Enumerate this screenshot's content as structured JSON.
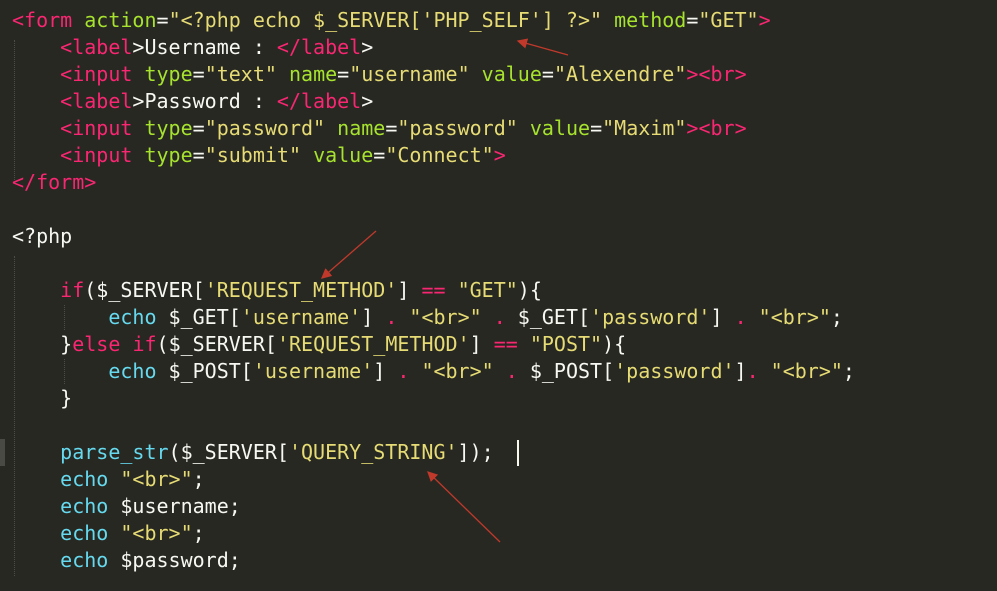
{
  "editor": {
    "theme_colors": {
      "background": "#272822",
      "tag": "#f92672",
      "attribute": "#a6e22e",
      "string": "#e6db74",
      "function": "#66d9ef",
      "plain": "#f8f8f2",
      "annotation_arrow": "#c0392b"
    },
    "lines": [
      [
        [
          "tag",
          "<form"
        ],
        [
          "plain",
          " "
        ],
        [
          "attr",
          "action"
        ],
        [
          "plain",
          "="
        ],
        [
          "str",
          "\"<?php echo $_SERVER['PHP_SELF'] ?>\""
        ],
        [
          "plain",
          " "
        ],
        [
          "attr",
          "method"
        ],
        [
          "plain",
          "="
        ],
        [
          "str",
          "\"GET\""
        ],
        [
          "tag",
          ">"
        ]
      ],
      [
        [
          "plain",
          "    "
        ],
        [
          "tag",
          "<label"
        ],
        [
          "plain",
          ">Username : "
        ],
        [
          "tag",
          "</label"
        ],
        [
          "plain",
          ">"
        ]
      ],
      [
        [
          "plain",
          "    "
        ],
        [
          "tag",
          "<input"
        ],
        [
          "plain",
          " "
        ],
        [
          "attr",
          "type"
        ],
        [
          "plain",
          "="
        ],
        [
          "str",
          "\"text\""
        ],
        [
          "plain",
          " "
        ],
        [
          "attr",
          "name"
        ],
        [
          "plain",
          "="
        ],
        [
          "str",
          "\"username\""
        ],
        [
          "plain",
          " "
        ],
        [
          "attr",
          "value"
        ],
        [
          "plain",
          "="
        ],
        [
          "str",
          "\"Alexendre\""
        ],
        [
          "tag",
          ">"
        ],
        [
          "tag",
          "<br"
        ],
        [
          "tag",
          ">"
        ]
      ],
      [
        [
          "plain",
          "    "
        ],
        [
          "tag",
          "<label"
        ],
        [
          "plain",
          ">Password : "
        ],
        [
          "tag",
          "</label"
        ],
        [
          "plain",
          ">"
        ]
      ],
      [
        [
          "plain",
          "    "
        ],
        [
          "tag",
          "<input"
        ],
        [
          "plain",
          " "
        ],
        [
          "attr",
          "type"
        ],
        [
          "plain",
          "="
        ],
        [
          "str",
          "\"password\""
        ],
        [
          "plain",
          " "
        ],
        [
          "attr",
          "name"
        ],
        [
          "plain",
          "="
        ],
        [
          "str",
          "\"password\""
        ],
        [
          "plain",
          " "
        ],
        [
          "attr",
          "value"
        ],
        [
          "plain",
          "="
        ],
        [
          "str",
          "\"Maxim\""
        ],
        [
          "tag",
          ">"
        ],
        [
          "tag",
          "<br"
        ],
        [
          "tag",
          ">"
        ]
      ],
      [
        [
          "plain",
          "    "
        ],
        [
          "tag",
          "<input"
        ],
        [
          "plain",
          " "
        ],
        [
          "attr",
          "type"
        ],
        [
          "plain",
          "="
        ],
        [
          "str",
          "\"submit\""
        ],
        [
          "plain",
          " "
        ],
        [
          "attr",
          "value"
        ],
        [
          "plain",
          "="
        ],
        [
          "str",
          "\"Connect\""
        ],
        [
          "tag",
          ">"
        ]
      ],
      [
        [
          "tag",
          "</form"
        ],
        [
          "tag",
          ">"
        ]
      ],
      [],
      [
        [
          "php",
          "<?php"
        ]
      ],
      [],
      [
        [
          "plain",
          "    "
        ],
        [
          "kw",
          "if"
        ],
        [
          "plain",
          "($_SERVER["
        ],
        [
          "str",
          "'REQUEST_METHOD'"
        ],
        [
          "plain",
          "] "
        ],
        [
          "kw",
          "=="
        ],
        [
          "plain",
          " "
        ],
        [
          "str",
          "\"GET\""
        ],
        [
          "plain",
          "){"
        ]
      ],
      [
        [
          "plain",
          "        "
        ],
        [
          "fn",
          "echo"
        ],
        [
          "plain",
          " $_GET["
        ],
        [
          "str",
          "'username'"
        ],
        [
          "plain",
          "] "
        ],
        [
          "kw",
          "."
        ],
        [
          "plain",
          " "
        ],
        [
          "str",
          "\"<br>\""
        ],
        [
          "plain",
          " "
        ],
        [
          "kw",
          "."
        ],
        [
          "plain",
          " $_GET["
        ],
        [
          "str",
          "'password'"
        ],
        [
          "plain",
          "] "
        ],
        [
          "kw",
          "."
        ],
        [
          "plain",
          " "
        ],
        [
          "str",
          "\"<br>\""
        ],
        [
          "plain",
          ";"
        ]
      ],
      [
        [
          "plain",
          "    }"
        ],
        [
          "kw",
          "else"
        ],
        [
          "plain",
          " "
        ],
        [
          "kw",
          "if"
        ],
        [
          "plain",
          "($_SERVER["
        ],
        [
          "str",
          "'REQUEST_METHOD'"
        ],
        [
          "plain",
          "] "
        ],
        [
          "kw",
          "=="
        ],
        [
          "plain",
          " "
        ],
        [
          "str",
          "\"POST\""
        ],
        [
          "plain",
          "){"
        ]
      ],
      [
        [
          "plain",
          "        "
        ],
        [
          "fn",
          "echo"
        ],
        [
          "plain",
          " $_POST["
        ],
        [
          "str",
          "'username'"
        ],
        [
          "plain",
          "] "
        ],
        [
          "kw",
          "."
        ],
        [
          "plain",
          " "
        ],
        [
          "str",
          "\"<br>\""
        ],
        [
          "plain",
          " "
        ],
        [
          "kw",
          "."
        ],
        [
          "plain",
          " $_POST["
        ],
        [
          "str",
          "'password'"
        ],
        [
          "plain",
          "]"
        ],
        [
          "kw",
          "."
        ],
        [
          "plain",
          " "
        ],
        [
          "str",
          "\"<br>\""
        ],
        [
          "plain",
          ";"
        ]
      ],
      [
        [
          "plain",
          "    }"
        ]
      ],
      [],
      [
        [
          "plain",
          "    "
        ],
        [
          "fn",
          "parse_str"
        ],
        [
          "plain",
          "($_SERVER["
        ],
        [
          "str",
          "'QUERY_STRING'"
        ],
        [
          "plain",
          "]);"
        ]
      ],
      [
        [
          "plain",
          "    "
        ],
        [
          "fn",
          "echo"
        ],
        [
          "plain",
          " "
        ],
        [
          "str",
          "\"<br>\""
        ],
        [
          "plain",
          ";"
        ]
      ],
      [
        [
          "plain",
          "    "
        ],
        [
          "fn",
          "echo"
        ],
        [
          "plain",
          " $username;"
        ]
      ],
      [
        [
          "plain",
          "    "
        ],
        [
          "fn",
          "echo"
        ],
        [
          "plain",
          " "
        ],
        [
          "str",
          "\"<br>\""
        ],
        [
          "plain",
          ";"
        ]
      ],
      [
        [
          "plain",
          "    "
        ],
        [
          "fn",
          "echo"
        ],
        [
          "plain",
          " $password;"
        ]
      ]
    ]
  }
}
